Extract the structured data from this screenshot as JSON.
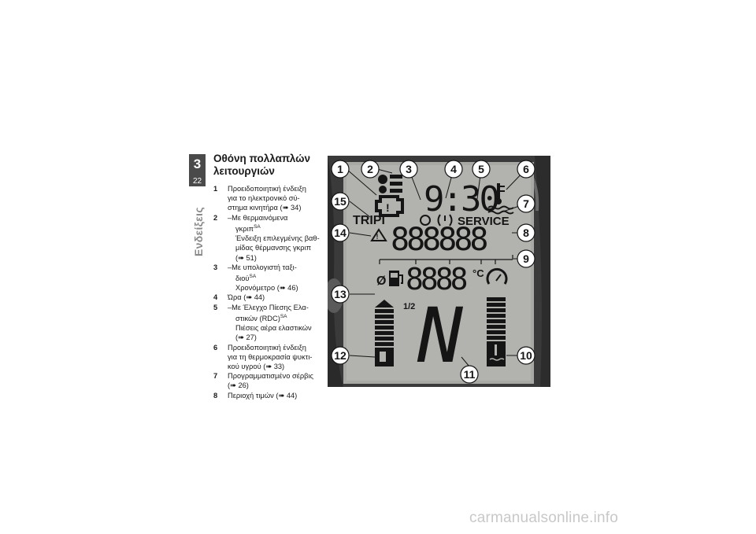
{
  "chapter": {
    "number": "3",
    "page": "22",
    "section": "Ενδείξεις"
  },
  "title": "Οθόνη πολλαπλών λειτουργιών",
  "legend": [
    {
      "num": "1",
      "lines": [
        "Προειδοποιητική ένδειξη",
        "για το ηλεκτρονικό σύ-",
        "στημα κινητήρα  (➠ 34)"
      ]
    },
    {
      "num": "2",
      "subs": [
        {
          "dash": "–",
          "text": "Με θερμαινόμενα",
          "cont": "γκριπ",
          "sup": "SA"
        },
        {
          "plain": [
            "Ένδειξη επιλεγμένης βαθ-",
            "μίδας θέρμανσης γκριπ",
            "(➠ 51)"
          ]
        }
      ]
    },
    {
      "num": "3",
      "subs": [
        {
          "dash": "–",
          "text": "Με υπολογιστή ταξι-",
          "cont": "διού",
          "sup": "SA"
        },
        {
          "plain": [
            "Χρονόμετρο  (➠ 46)"
          ]
        }
      ]
    },
    {
      "num": "4",
      "lines": [
        "Ώρα  (➠ 44)"
      ]
    },
    {
      "num": "5",
      "subs": [
        {
          "dash": "–",
          "text": "Με Έλεγχο Πίεσης Ελα-",
          "cont": "στικών (RDC)",
          "sup": "SA"
        },
        {
          "plain": [
            "Πιέσεις αέρα ελαστικών",
            "(➠ 27)"
          ]
        }
      ]
    },
    {
      "num": "6",
      "lines": [
        "Προειδοποιητική ένδειξη",
        "για τη θερμοκρασία ψυκτι-",
        "κού υγρού  (➠ 33)"
      ]
    },
    {
      "num": "7",
      "lines": [
        "Προγραμματισμένο σέρβις",
        "(➠ 26)"
      ]
    },
    {
      "num": "8",
      "lines": [
        "Περιοχή τιμών  (➠ 44)"
      ]
    }
  ],
  "display": {
    "time": "9:30",
    "trip_label": "TRIPI",
    "service_label": "SERVICE",
    "odometer": "888888",
    "temp": "8888",
    "temp_unit": "°C",
    "avg_symbol": "Ø",
    "gear": "N",
    "half_mark": "1/2",
    "callouts": [
      "1",
      "2",
      "3",
      "4",
      "5",
      "6",
      "7",
      "8",
      "9",
      "10",
      "11",
      "12",
      "13",
      "14",
      "15"
    ]
  },
  "colors": {
    "tab": "#4a4a4a",
    "lcd_bg": "#a8a9a4",
    "lcd_fg": "#151515",
    "housing": "#3a3a3a"
  },
  "watermark": "carmanualsonline.info"
}
